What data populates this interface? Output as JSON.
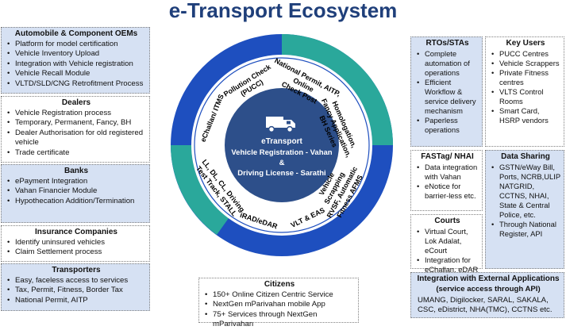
{
  "title": "e-Transport Ecosystem",
  "colors": {
    "blue_ring": "#1e4fbf",
    "teal_ring": "#2aa89b",
    "center": "#2d4f8a",
    "box_blue": "#d6e1f3",
    "title": "#1f3f7a"
  },
  "center": {
    "icon": "truck-icon",
    "line1": "eTransport",
    "line2": "Vehicle Registration - Vahan",
    "line3": "&",
    "line4": "Driving License - Sarathi"
  },
  "ring_labels": {
    "pucc": [
      "Pollution Check",
      "(PUCC)"
    ],
    "echallan": "eChallan/ ITMS",
    "permit": [
      "National Permit, AITP,",
      "Online",
      "Check Post"
    ],
    "homologation": [
      "Homologation,",
      "Fancy Application,",
      "BH Series"
    ],
    "scrapping": [
      "Vehicle",
      "Scrapping",
      "RVSF, Automatic",
      "Fitness AFMS"
    ],
    "vlt": "VLT & EAS",
    "irad": "iRAD/eDAR",
    "ll": [
      "LL, DL, CL, Driving",
      "Test Track, STALL"
    ]
  },
  "left": {
    "oems": {
      "title": "Automobile & Component OEMs",
      "items": [
        "Platform for model certification",
        "Vehicle Inventory Upload",
        "Integration with Vehicle registration",
        "Vehicle Recall Module",
        "VLTD/SLD/CNG Retrofitment Process"
      ]
    },
    "dealers": {
      "title": "Dealers",
      "items": [
        "Vehicle Registration process",
        "Temporary, Permanent, Fancy, BH",
        "Dealer Authorisation for old registered vehicle",
        "Trade certificate"
      ]
    },
    "banks": {
      "title": "Banks",
      "items": [
        "ePayment Integration",
        "Vahan Financier Module",
        "Hypothecation Addition/Termination"
      ]
    },
    "insurance": {
      "title": "Insurance Companies",
      "items": [
        "Identify uninsured vehicles",
        "Claim Settlement process"
      ]
    },
    "transporters": {
      "title": "Transporters",
      "items": [
        "Easy, faceless access to services",
        "Tax, Permit, Fitness, Border Tax",
        "National Permit, AITP"
      ]
    }
  },
  "citizens": {
    "title": "Citizens",
    "items": [
      "150+ Online Citizen Centric Service",
      "NextGen mParivahan mobile App",
      "75+ Services through NextGen mParivahan"
    ]
  },
  "right": {
    "rtos": {
      "title": "RTOs/STAs",
      "items": [
        "Complete automation of operations",
        "Efficient Workflow & service delivery mechanism",
        "Paperless operations"
      ]
    },
    "key_users": {
      "title": "Key Users",
      "items": [
        "PUCC Centres",
        "Vehicle Scrappers",
        "Private Fitness centres",
        "VLTS Control Rooms",
        "Smart Card, HSRP vendors"
      ]
    },
    "fastag": {
      "title": "FASTag/ NHAI",
      "items": [
        "Data integration with Vahan",
        "eNotice for barrier-less etc."
      ]
    },
    "data_sharing": {
      "title": "Data Sharing",
      "items": [
        "GSTN/eWay Bill, Ports, NCRB,ULIP NATGRID, CCTNS, NHAI, State & Central Police, etc.",
        "Through National Register, API"
      ]
    },
    "courts": {
      "title": "Courts",
      "items": [
        "Virtual Court, Lok Adalat, eCourt",
        "Integration for eChallan, eDAR"
      ]
    },
    "integration": {
      "title": "Integration with External Applications",
      "subtitle": "(service access through API)",
      "items": [
        "UMANG, Digilocker, SARAL, SAKALA, CSC, eDistrict, NHA(TMC), CCTNS etc."
      ]
    }
  }
}
